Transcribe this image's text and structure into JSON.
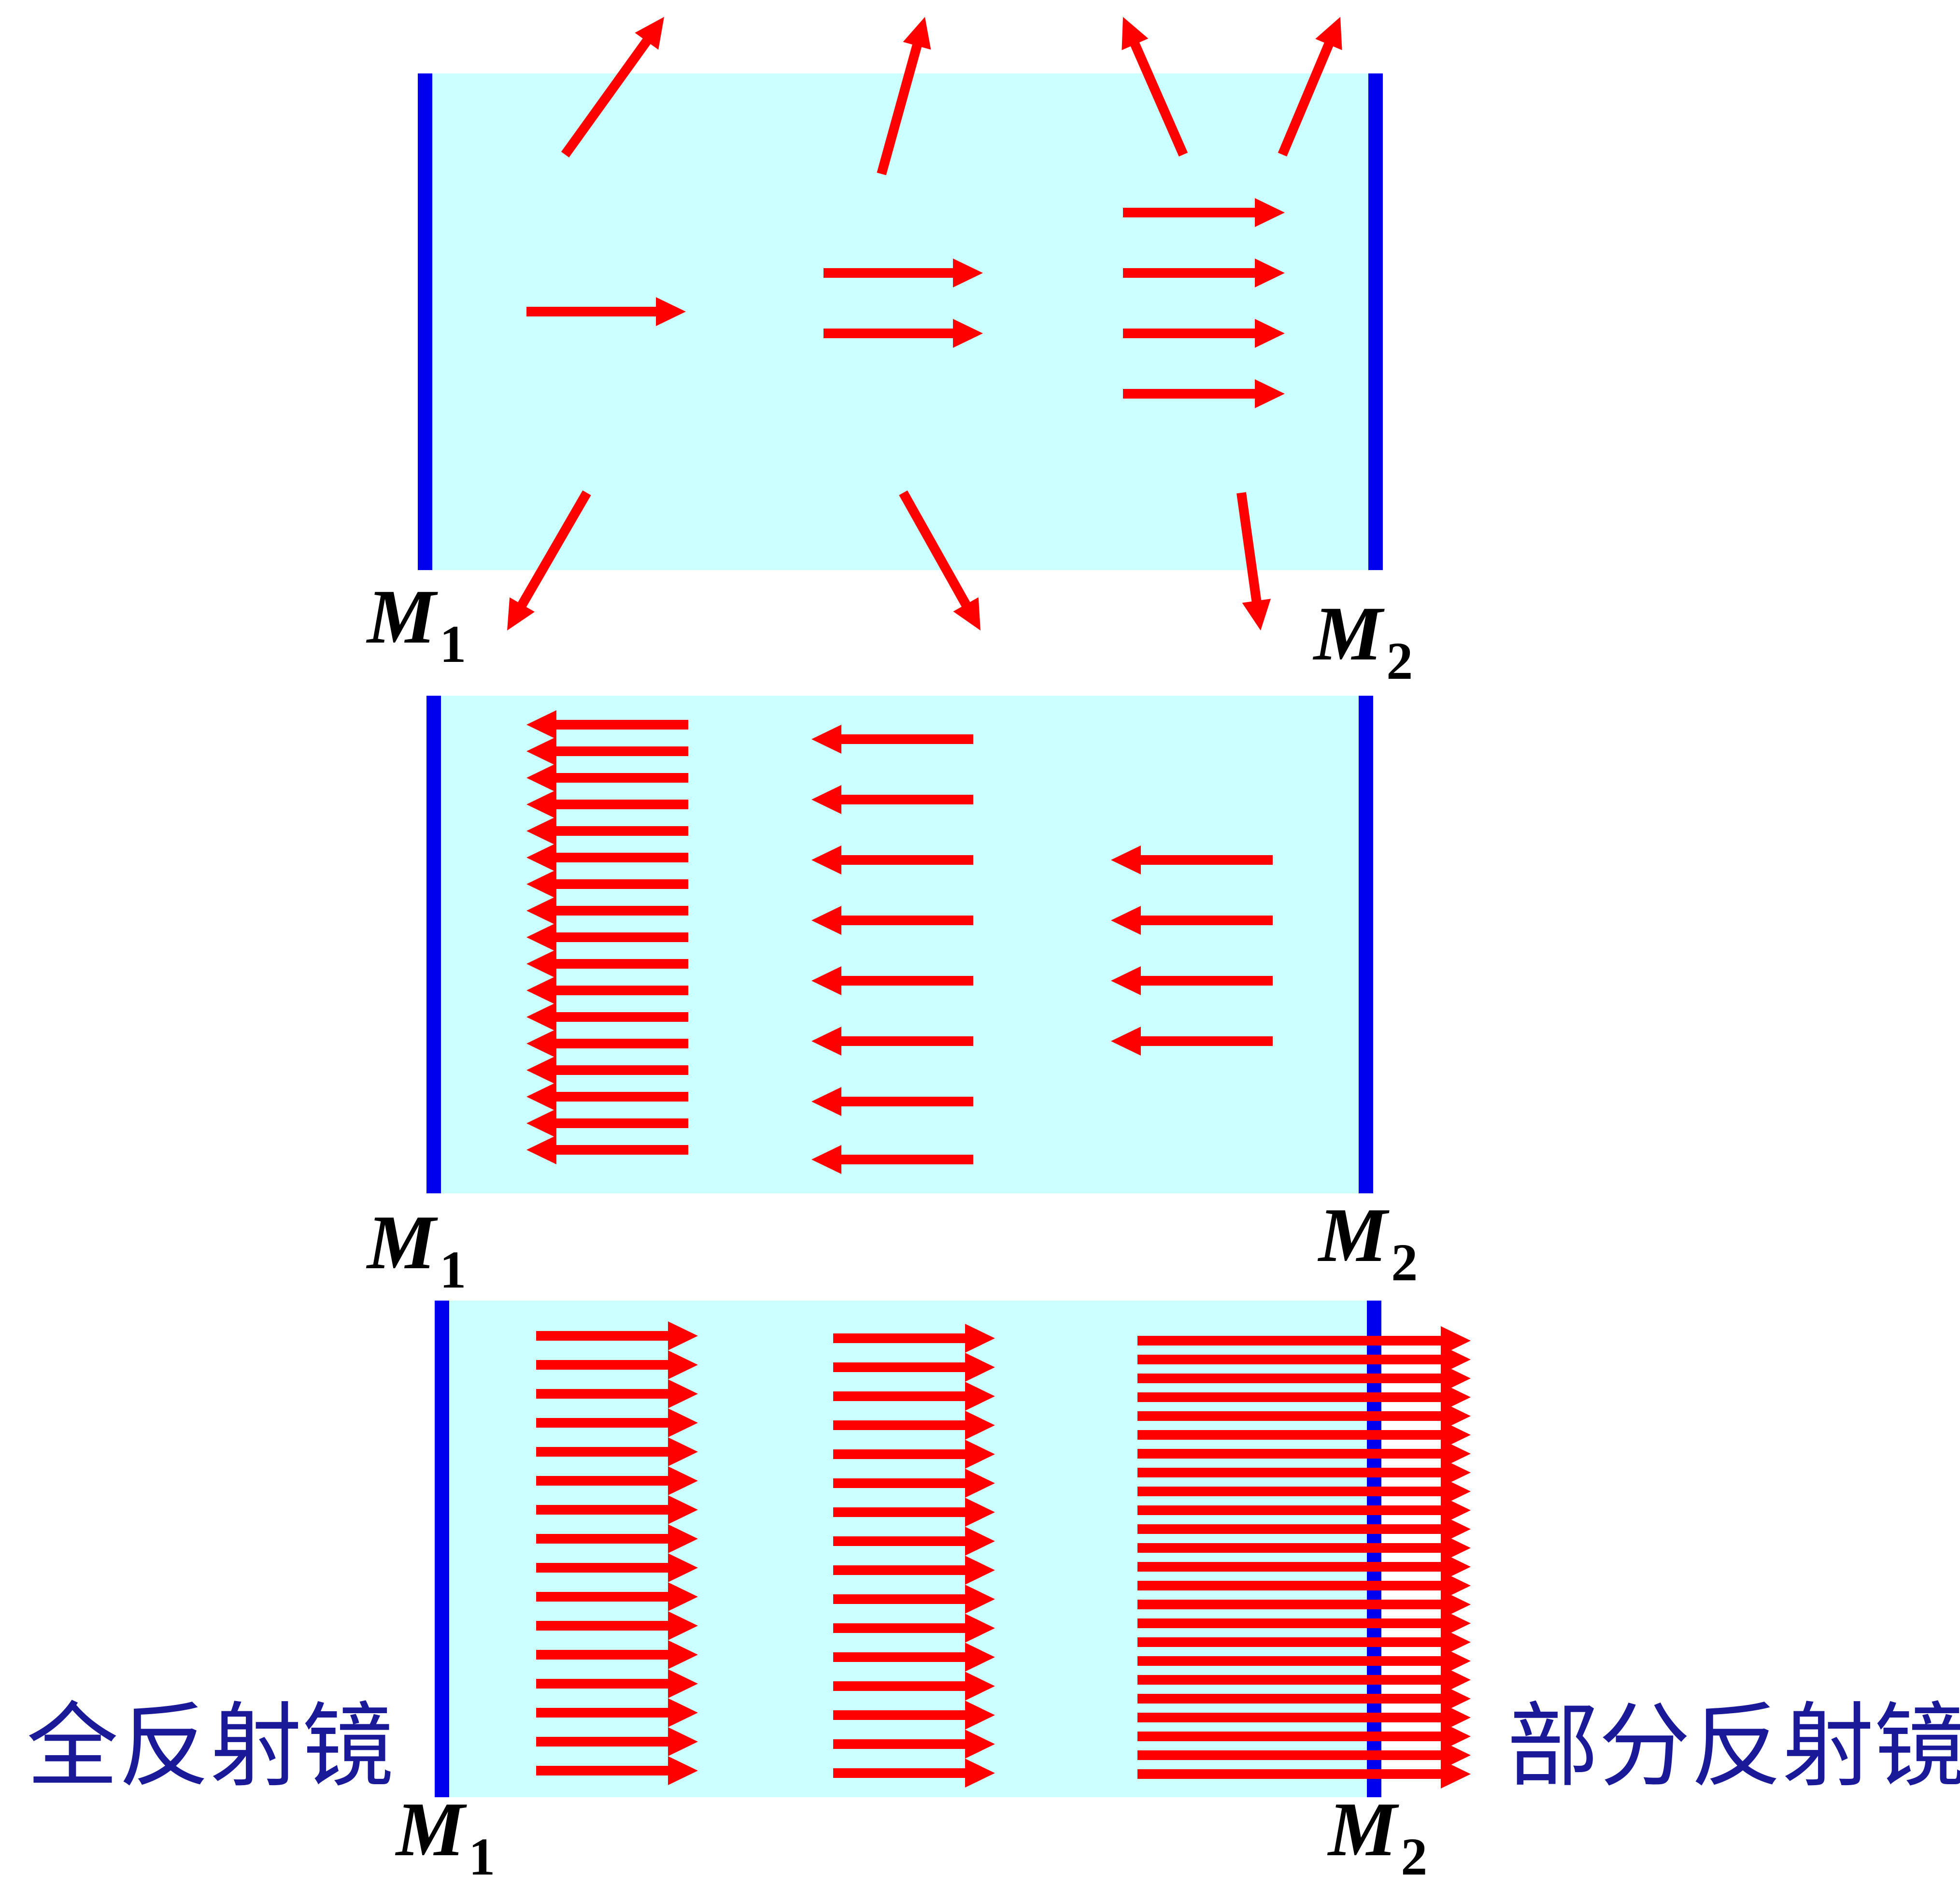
{
  "labels": {
    "mirror_left": "M",
    "mirror_left_sub": "1",
    "mirror_right": "M",
    "mirror_right_sub": "2",
    "full_mirror": "全反射镜",
    "partial_mirror": "部分反射镜"
  },
  "colors": {
    "cavity": "#ccffff",
    "mirror": "#0000ee",
    "beam": "#ff0000",
    "label": "#000000",
    "caption": "#1a1a99"
  }
}
